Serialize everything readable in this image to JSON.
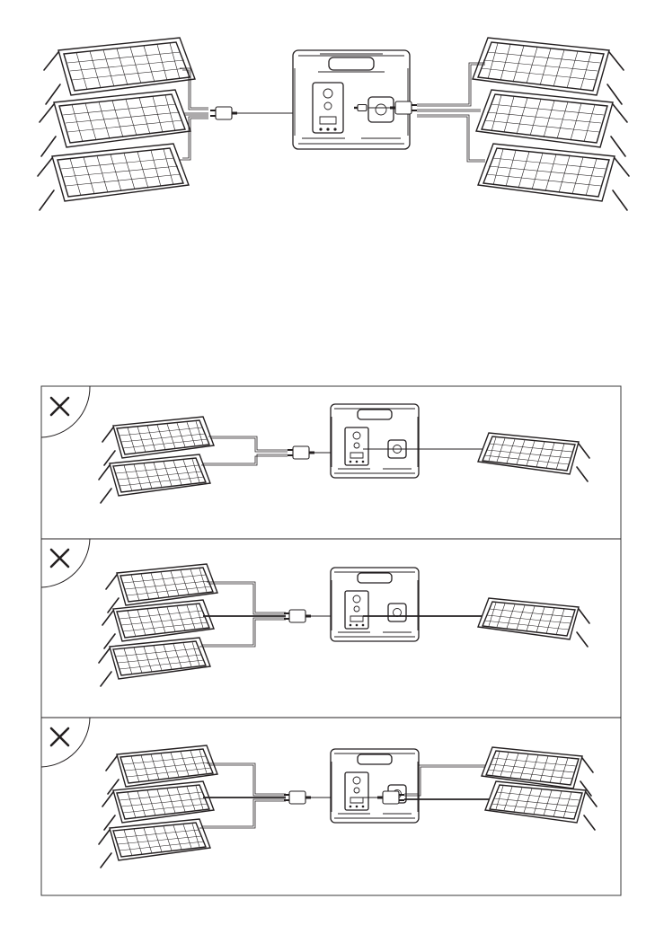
{
  "colors": {
    "line": "#231f20",
    "frame": "#3a3a3a",
    "background": "#ffffff"
  },
  "icons": {
    "prohibited": "x-mark-icon",
    "power_station": "power-station-icon",
    "solar_panel": "solar-panel-icon",
    "connector": "y-branch-connector-icon"
  },
  "top_diagram": {
    "left_panels": 3,
    "right_panels": 3,
    "left_input_used": true,
    "right_input_used": true
  },
  "incorrect_setups": [
    {
      "left_panels": 2,
      "right_panels": 1,
      "marker": "prohibited"
    },
    {
      "left_panels": 3,
      "right_panels": 1,
      "marker": "prohibited"
    },
    {
      "left_panels": 3,
      "right_panels": 2,
      "marker": "prohibited"
    }
  ]
}
